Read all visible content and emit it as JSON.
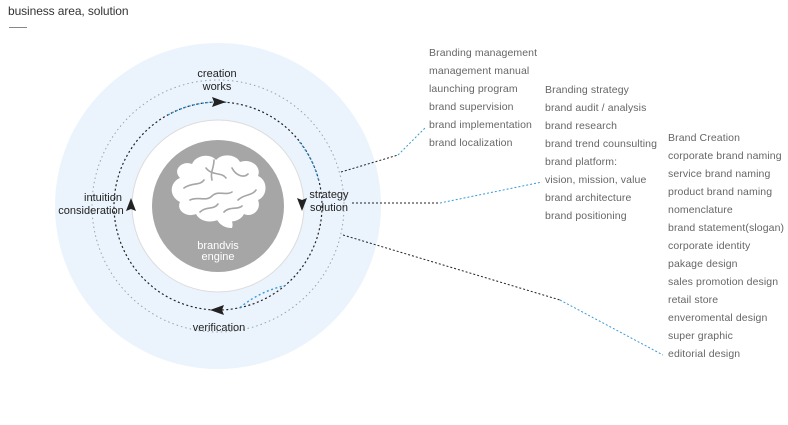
{
  "page": {
    "title": "business area, solution"
  },
  "colors": {
    "halo": "#ebf4fc",
    "hub": "#a6a6a6",
    "accent_line": "#3a9ad9",
    "dark_line": "#222222",
    "list_text": "#666666"
  },
  "diagram": {
    "engine": {
      "line1": "brandvis",
      "line2": "engine",
      "icon": "brain-icon"
    },
    "cycle": {
      "top": [
        "creation",
        "works"
      ],
      "right": [
        "strategy",
        "solution"
      ],
      "bottom": [
        "verification"
      ],
      "left": [
        "intuition",
        "consideration"
      ]
    }
  },
  "lists": {
    "implementation": [
      "Branding management",
      "management manual",
      "launching program",
      "brand supervision",
      "brand implementation",
      "brand localization"
    ],
    "strategy": [
      "Branding strategy",
      "brand audit / analysis",
      "brand research",
      "brand trend counsulting",
      "brand platform:",
      "vision, mission, value",
      "brand architecture",
      "brand positioning"
    ],
    "creation": [
      "Brand Creation",
      "corporate brand naming",
      "service brand naming",
      "product brand naming",
      "nomenclature",
      "brand statement(slogan)",
      "corporate identity",
      "pakage design",
      "sales promotion design",
      "retail store",
      "enveromental design",
      "super graphic",
      "editorial design"
    ]
  }
}
